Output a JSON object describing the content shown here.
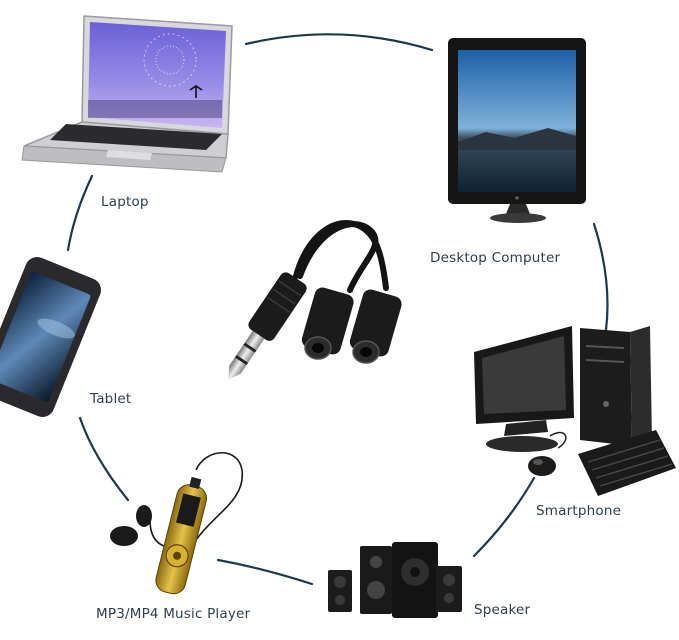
{
  "labels": {
    "laptop": "Laptop",
    "desktop": "Desktop Computer",
    "tablet": "Tablet",
    "smartphone": "Smartphone",
    "mp3": "MP3/MP4 Music Player",
    "speaker": "Speaker"
  },
  "colors": {
    "ring": "#1d3a48",
    "label": "#2f3f4c"
  }
}
